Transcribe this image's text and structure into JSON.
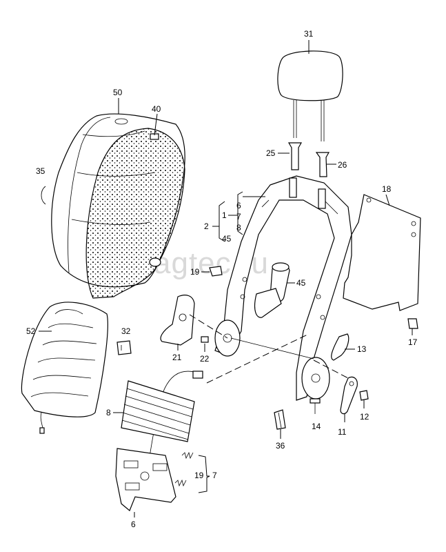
{
  "watermark": "yagtec.ru",
  "labels": {
    "p31": "31",
    "p50": "50",
    "p40": "40",
    "p35": "35",
    "p25": "25",
    "p26": "26",
    "p18": "18",
    "g6": "6",
    "g7": "7",
    "g8": "8",
    "g1": "1",
    "g2": "2",
    "g45a": "45",
    "p19a": "19",
    "p45b": "45",
    "p52": "52",
    "p32": "32",
    "p21": "21",
    "p22": "22",
    "p13": "13",
    "p17": "17",
    "p8": "8",
    "p12": "12",
    "p14": "14",
    "p11": "11",
    "p36": "36",
    "p19b": "19",
    "p7": "7",
    "p6": "6"
  }
}
